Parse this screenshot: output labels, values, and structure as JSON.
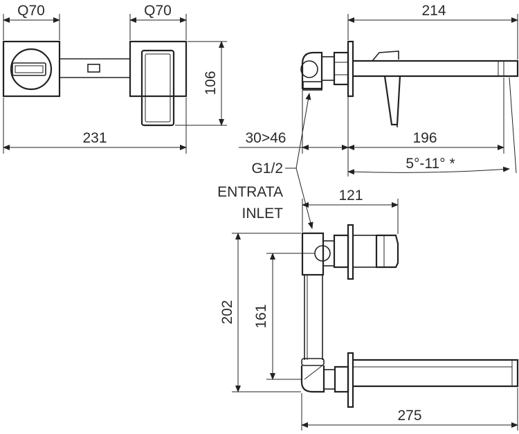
{
  "dimensions": {
    "q70_left": "Q70",
    "q70_right": "Q70",
    "d214": "214",
    "d106": "106",
    "d231": "231",
    "d30_46": "30>46",
    "d196": "196",
    "angle": "5°-11° *",
    "d121": "121",
    "d202": "202",
    "d161": "161",
    "d275": "275"
  },
  "labels": {
    "inlet_thread": "G1/2",
    "inlet_it": "ENTRATA",
    "inlet_en": "INLET"
  }
}
